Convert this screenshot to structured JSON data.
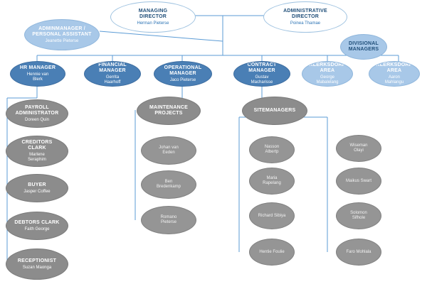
{
  "top": {
    "managing_director": {
      "title": "MANAGING\nDIRECTOR",
      "name": "Herman Pieterse"
    },
    "administrative_director": {
      "title": "ADMINISTRATIVE\nDIRECTOR",
      "name": "Poinea Thamae"
    }
  },
  "admin_manager": {
    "title": "ADMINMANAGER /\nPERSONAL ASSISTANT",
    "name": "Jeanette Pieterse"
  },
  "divisional_managers": {
    "title": "DIVISIONAL\nMANAGERS"
  },
  "managers": [
    {
      "title": "HR MANAGER",
      "name": "Hennie van\nBlerk"
    },
    {
      "title": "FINANCIAL\nMANAGER",
      "name": "Gerrita\nHaarhoff"
    },
    {
      "title": "OPERATIONAL\nMANAGER",
      "name": "Jaco Pieterse"
    },
    {
      "title": "CONTRACT\nMANAGER",
      "name": "Gustav\nMacharisse"
    }
  ],
  "areas": [
    {
      "title": "KLERKSDORP\nAREA",
      "name": "George\nMabalelang"
    },
    {
      "title": "KLERKSDORP\nAREA",
      "name": "Aaron\nMahlangu"
    }
  ],
  "hr_staff": [
    {
      "title": "PAYROLL\nADMINISTRATOR",
      "name": "Doreen Quin"
    },
    {
      "title": "CREDITORS\nCLARK",
      "name": "Marlene\nSeraphim"
    },
    {
      "title": "BUYER",
      "name": "Jasper Coffee"
    },
    {
      "title": "DEBTORS CLARK",
      "name": "Faith George"
    },
    {
      "title": "RECEPTIONIST",
      "name": "Suzan Maonga"
    }
  ],
  "maintenance": {
    "title": "MAINTENANCE\nPROJECTS",
    "people": [
      "Johan van\nEeden",
      "Ben\nBredenkamp",
      "Romano\nPieterse"
    ]
  },
  "site_managers": {
    "title": "SITEMANAGERS",
    "left": [
      "Nasson\nAlbertp",
      "Maria\nRapelang",
      "Richard Sibiya",
      "Hentie Foulie"
    ],
    "right": [
      "Wiseman\nOlayi",
      "Maikus Swart",
      "Solomon\nSifhole",
      "Faro Mohlala"
    ]
  },
  "colors": {
    "line": "#5b9bd5",
    "dark_blue": "#4a7fb5",
    "light_blue": "#a8c8e8",
    "grey": "#8c8c8c"
  }
}
